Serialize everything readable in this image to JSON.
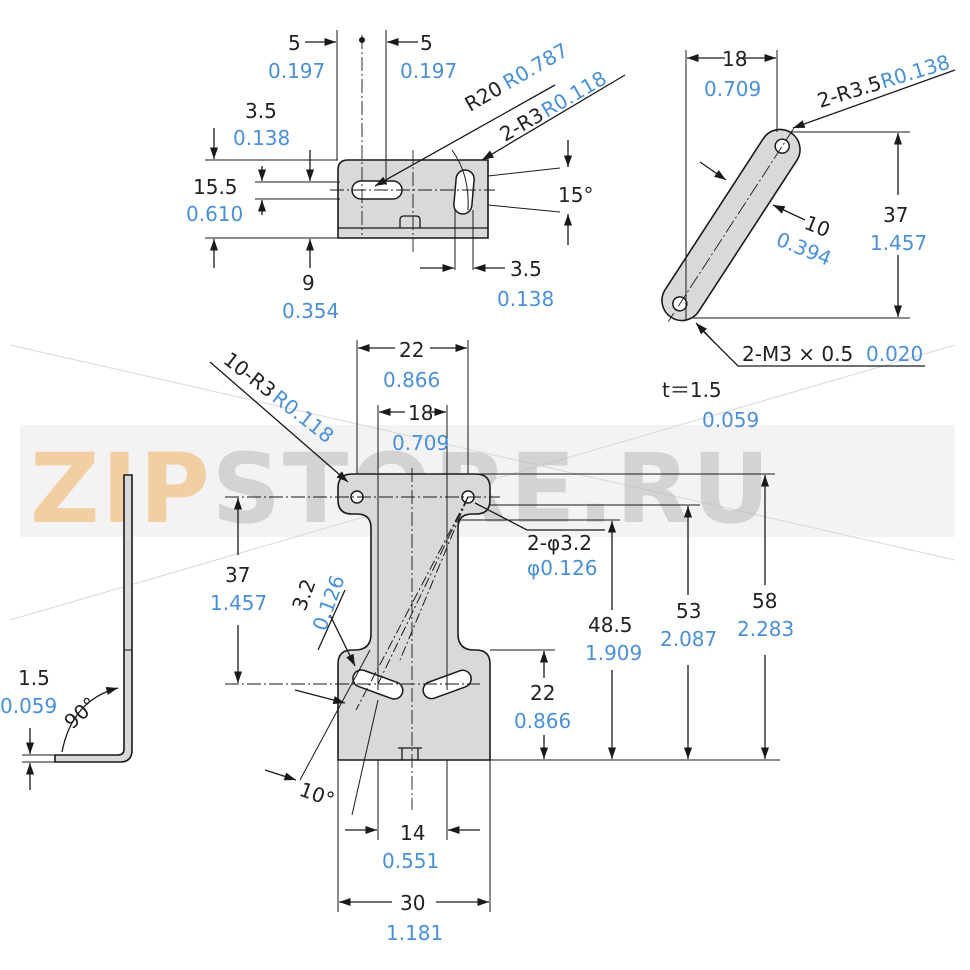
{
  "watermark": {
    "part1": "ZIP",
    "part2": "STORE.RU",
    "color1": "#f0b060",
    "color2": "#b8b8b8"
  },
  "top_view": {
    "d_5_left": "5",
    "d_5_left_in": "0.197",
    "d_5_right": "5",
    "d_5_right_in": "0.197",
    "d_3_5_top": "3.5",
    "d_3_5_top_in": "0.138",
    "d_15_5": "15.5",
    "d_15_5_in": "0.610",
    "d_9": "9",
    "d_9_in": "0.354",
    "d_3_5_bottom": "3.5",
    "d_3_5_bottom_in": "0.138",
    "r20": "R20",
    "r20_in": "R0.787",
    "r3": "2-R3",
    "r3_in": "R0.118",
    "angle_15": "15°"
  },
  "side_view": {
    "d_18": "18",
    "d_18_in": "0.709",
    "r3_5": "2-R3.5",
    "r3_5_in": "R0.138",
    "d_37": "37",
    "d_37_in": "1.457",
    "d_10": "10",
    "d_10_in": "0.394",
    "thread": "2-M3 × 0.5",
    "thread_in": "0.020"
  },
  "front_view": {
    "thickness": "t＝1.5",
    "thickness_in": "0.059",
    "d_22_top": "22",
    "d_22_top_in": "0.866",
    "d_18": "18",
    "d_18_in": "0.709",
    "r3_10": "10-R3",
    "r3_10_in": "R0.118",
    "hole": "2-φ3.2",
    "hole_in": "φ0.126",
    "d_37": "37",
    "d_37_in": "1.457",
    "d_3_2": "3.2",
    "d_3_2_in": "0.126",
    "d_48_5": "48.5",
    "d_48_5_in": "1.909",
    "d_53": "53",
    "d_53_in": "2.087",
    "d_58": "58",
    "d_58_in": "2.283",
    "d_22_right": "22",
    "d_22_right_in": "0.866",
    "angle_10": "10°",
    "d_14": "14",
    "d_14_in": "0.551",
    "d_30": "30",
    "d_30_in": "1.181"
  },
  "profile_view": {
    "d_1_5": "1.5",
    "d_1_5_in": "0.059",
    "angle_90": "90°"
  }
}
